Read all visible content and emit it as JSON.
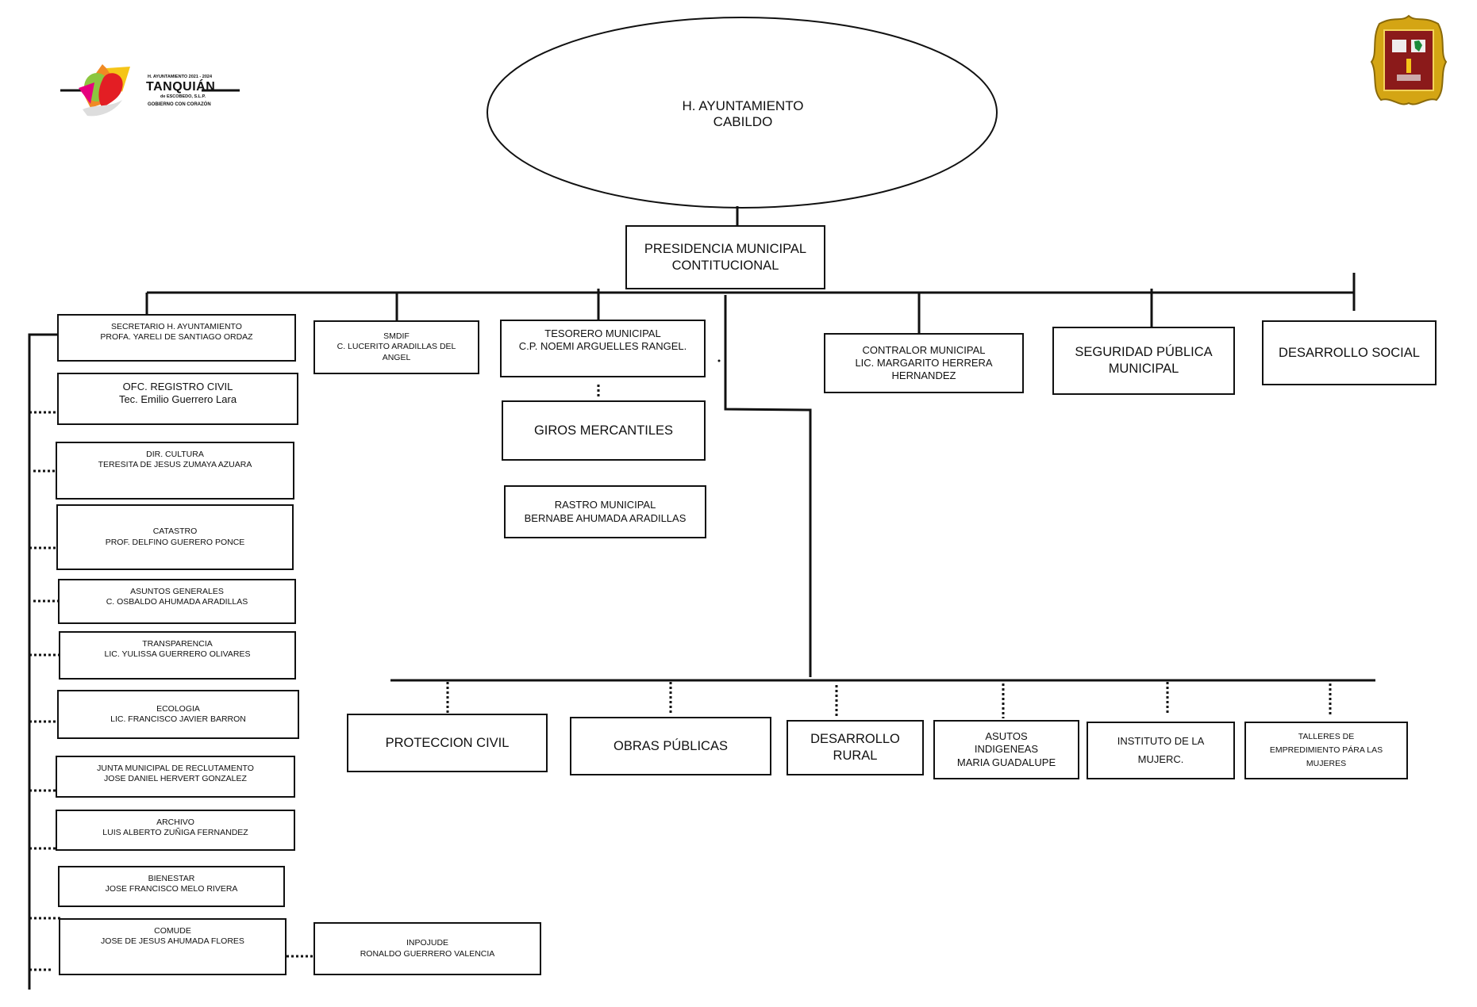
{
  "logo": {
    "period": "H. AYUNTAMIENTO 2021 - 2024",
    "name": "TANQUIÁN",
    "place": "de ESCOBEDO, S.L.P.",
    "slogan": "GOBIERNO CON CORAZÓN"
  },
  "top": {
    "cabildo": [
      "H. AYUNTAMIENTO",
      "CABILDO"
    ],
    "presidencia": [
      "PRESIDENCIA MUNICIPAL",
      "CONTITUCIONAL"
    ]
  },
  "first_level": [
    {
      "id": "secretario",
      "lines": [
        "SECRETARIO H. AYUNTAMIENTO",
        "PROFA. YARELI DE SANTIAGO ORDAZ"
      ]
    },
    {
      "id": "smdif",
      "lines": [
        "SMDIF",
        "C. LUCERITO ARADILLAS DEL",
        "ANGEL"
      ]
    },
    {
      "id": "tesorero",
      "lines": [
        "TESORERO MUNICIPAL",
        "C.P. NOEMI ARGUELLES RANGEL."
      ]
    },
    {
      "id": "giros",
      "lines": [
        "GIROS MERCANTILES"
      ]
    },
    {
      "id": "rastro",
      "lines": [
        "RASTRO MUNICIPAL",
        "BERNABE AHUMADA ARADILLAS"
      ]
    },
    {
      "id": "contralor",
      "lines": [
        "CONTRALOR MUNICIPAL",
        "LIC. MARGARITO HERRERA",
        "HERNANDEZ"
      ]
    },
    {
      "id": "seguridad",
      "lines": [
        "SEGURIDAD PÚBLICA",
        "MUNICIPAL"
      ]
    },
    {
      "id": "desarrollo-social",
      "lines": [
        "DESARROLLO SOCIAL"
      ]
    }
  ],
  "secretaria_units": [
    {
      "id": "registro-civil",
      "lines": [
        "OFC. REGISTRO CIVIL",
        "Tec. Emilio Guerrero Lara"
      ]
    },
    {
      "id": "cultura",
      "lines": [
        "DIR. CULTURA",
        "TERESITA DE JESUS ZUMAYA AZUARA"
      ]
    },
    {
      "id": "catastro",
      "lines": [
        "CATASTRO",
        "PROF. DELFINO GUERERO PONCE"
      ]
    },
    {
      "id": "asuntos-generales",
      "lines": [
        "ASUNTOS GENERALES",
        "C. OSBALDO AHUMADA ARADILLAS"
      ]
    },
    {
      "id": "transparencia",
      "lines": [
        "TRANSPARENCIA",
        "LIC. YULISSA GUERRERO OLIVARES"
      ]
    },
    {
      "id": "ecologia",
      "lines": [
        "ECOLOGIA",
        "LIC. FRANCISCO JAVIER  BARRON"
      ]
    },
    {
      "id": "reclutamiento",
      "lines": [
        "JUNTA MUNICIPAL DE RECLUTAMENTO",
        "JOSE DANIEL HERVERT GONZALEZ"
      ]
    },
    {
      "id": "archivo",
      "lines": [
        "ARCHIVO",
        "LUIS ALBERTO ZUÑIGA FERNANDEZ"
      ]
    },
    {
      "id": "bienestar",
      "lines": [
        "BIENESTAR",
        "JOSE FRANCISCO MELO RIVERA"
      ]
    },
    {
      "id": "comude",
      "lines": [
        "COMUDE",
        "JOSE DE JESUS AHUMADA FLORES"
      ]
    },
    {
      "id": "inpojude",
      "lines": [
        "INPOJUDE",
        "RONALDO GUERRERO VALENCIA"
      ]
    }
  ],
  "bottom_units": [
    {
      "id": "proteccion-civil",
      "lines": [
        "PROTECCION CIVIL"
      ]
    },
    {
      "id": "obras-publicas",
      "lines": [
        "OBRAS PÚBLICAS"
      ]
    },
    {
      "id": "desarrollo-rural",
      "lines": [
        "DESARROLLO",
        "RURAL"
      ]
    },
    {
      "id": "asuntos-indigenas",
      "lines": [
        "ASUTOS",
        "INDIGENEAS",
        "MARIA GUADALUPE"
      ]
    },
    {
      "id": "instituto-mujer",
      "lines": [
        "INSTITUTO DE LA",
        "MUJERC."
      ]
    },
    {
      "id": "talleres",
      "lines": [
        "TALLERES DE",
        "EMPREDIMIENTO PÁRA LAS",
        "MUJERES"
      ]
    }
  ],
  "colors": {
    "line": "#111111",
    "seal_gold": "#d4a514",
    "seal_red": "#8b1a1a"
  }
}
